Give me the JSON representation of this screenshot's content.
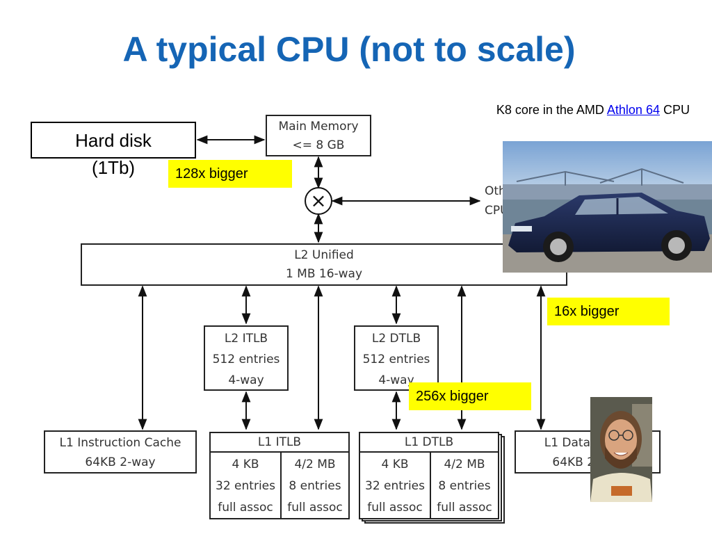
{
  "title": "A typical CPU (not to scale)",
  "caption": {
    "prefix": "K8 core in the AMD",
    "link": "Athlon 64",
    "suffix": "CPU"
  },
  "hard_disk": {
    "label": "Hard disk",
    "size": "(1Tb)"
  },
  "notes": {
    "memory": "128x bigger",
    "l2": "16x bigger",
    "tlb": "256x bigger"
  },
  "boxes": {
    "main_memory": [
      "Main Memory",
      "<= 8 GB"
    ],
    "l2_unified": [
      "L2 Unified",
      "1 MB 16-way"
    ],
    "l2_itlb": [
      "L2 ITLB",
      "512 entries",
      "4-way"
    ],
    "l2_dtlb": [
      "L2 DTLB",
      "512 entries",
      "4-way"
    ],
    "l1_icache": [
      "L1 Instruction Cache",
      "64KB 2-way"
    ],
    "l1_dcache": [
      "L1 Data Cache",
      "64KB 2-way"
    ]
  },
  "l1_itlb": {
    "header": "L1 ITLB",
    "cells": [
      [
        "4 KB",
        "32 entries",
        "full assoc"
      ],
      [
        "4/2 MB",
        "8 entries",
        "full assoc"
      ]
    ]
  },
  "l1_dtlb": {
    "header": "L1 DTLB",
    "cells": [
      [
        "4 KB",
        "32 entries",
        "full assoc"
      ],
      [
        "4/2 MB",
        "8 entries",
        "full assoc"
      ]
    ]
  },
  "other_cpus": [
    "Other",
    "CPUs"
  ],
  "crossbar_symbol": "×"
}
